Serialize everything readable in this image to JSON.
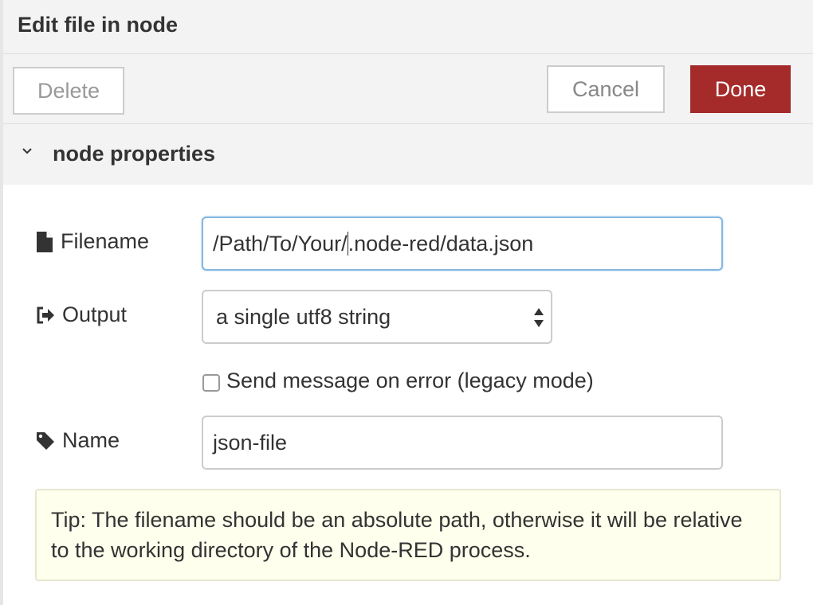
{
  "header": {
    "title": "Edit file in node"
  },
  "toolbar": {
    "delete_label": "Delete",
    "cancel_label": "Cancel",
    "done_label": "Done"
  },
  "section": {
    "title": "node properties",
    "expanded": true
  },
  "fields": {
    "filename": {
      "label": "Filename",
      "icon": "file-icon",
      "value_before_caret": "/Path/To/Your/",
      "value_after_caret": ".node-red/data.json"
    },
    "output": {
      "label": "Output",
      "icon": "sign-out-icon",
      "selected": "a single utf8 string"
    },
    "send_on_error": {
      "label": "Send message on error (legacy mode)",
      "checked": false
    },
    "name": {
      "label": "Name",
      "icon": "tag-icon",
      "value": "json-file"
    }
  },
  "tip": {
    "text": "Tip: The filename should be an absolute path, otherwise it will be relative to the working directory of the Node-RED process."
  },
  "colors": {
    "done_bg": "#a52a2a",
    "focus_border": "#85b7e0",
    "tip_bg": "#ffffed",
    "panel_bg": "#f3f3f3"
  }
}
